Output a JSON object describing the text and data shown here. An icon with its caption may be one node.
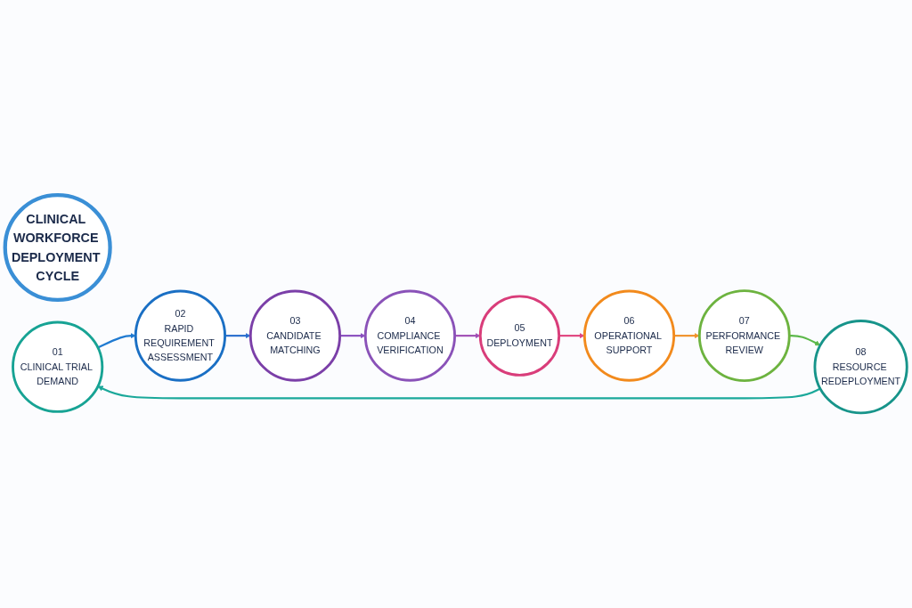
{
  "diagram": {
    "nodes": [
      {
        "text": [
          "CLINICAL WORKFORCE DEPLOYMENT CYCLE"
        ]
      },
      {
        "text": [
          "01",
          "CLINICAL TRIAL DEMAND"
        ]
      },
      {
        "text": [
          "02",
          "RAPID REQUIREMENT ASSESSMENT"
        ]
      },
      {
        "text": [
          "03",
          "CANDIDATE MATCHING"
        ]
      },
      {
        "text": [
          "04",
          "COMPLIANCE VERIFICATION"
        ]
      },
      {
        "text": [
          "05",
          "DEPLOYMENT"
        ]
      },
      {
        "text": [
          "06",
          "OPERATIONAL SUPPORT"
        ]
      },
      {
        "text": [
          "07",
          "PERFORMANCE REVIEW"
        ]
      },
      {
        "text": [
          "08",
          "RESOURCE REDEPLOYMENT"
        ]
      }
    ],
    "edges": [
      {
        "from": 1,
        "to": 2,
        "arrow": "to",
        "color": "#1f7ad1"
      },
      {
        "from": 2,
        "to": 3,
        "arrow": "to",
        "color": "#2a6fcf"
      },
      {
        "from": 3,
        "to": 4,
        "arrow": "to",
        "color": "#8a4fbf"
      },
      {
        "from": 4,
        "to": 5,
        "arrow": "to",
        "color": "#a14fb5"
      },
      {
        "from": 5,
        "to": 6,
        "arrow": "to",
        "color": "#e0457f"
      },
      {
        "from": 6,
        "to": 7,
        "arrow": "to",
        "color": "#f0922b"
      },
      {
        "from": 7,
        "to": 8,
        "arrow": "to",
        "color": "#5cb84a"
      },
      {
        "from": 8,
        "to": 1,
        "arrow": "to",
        "color": "#1aa89a"
      }
    ]
  }
}
